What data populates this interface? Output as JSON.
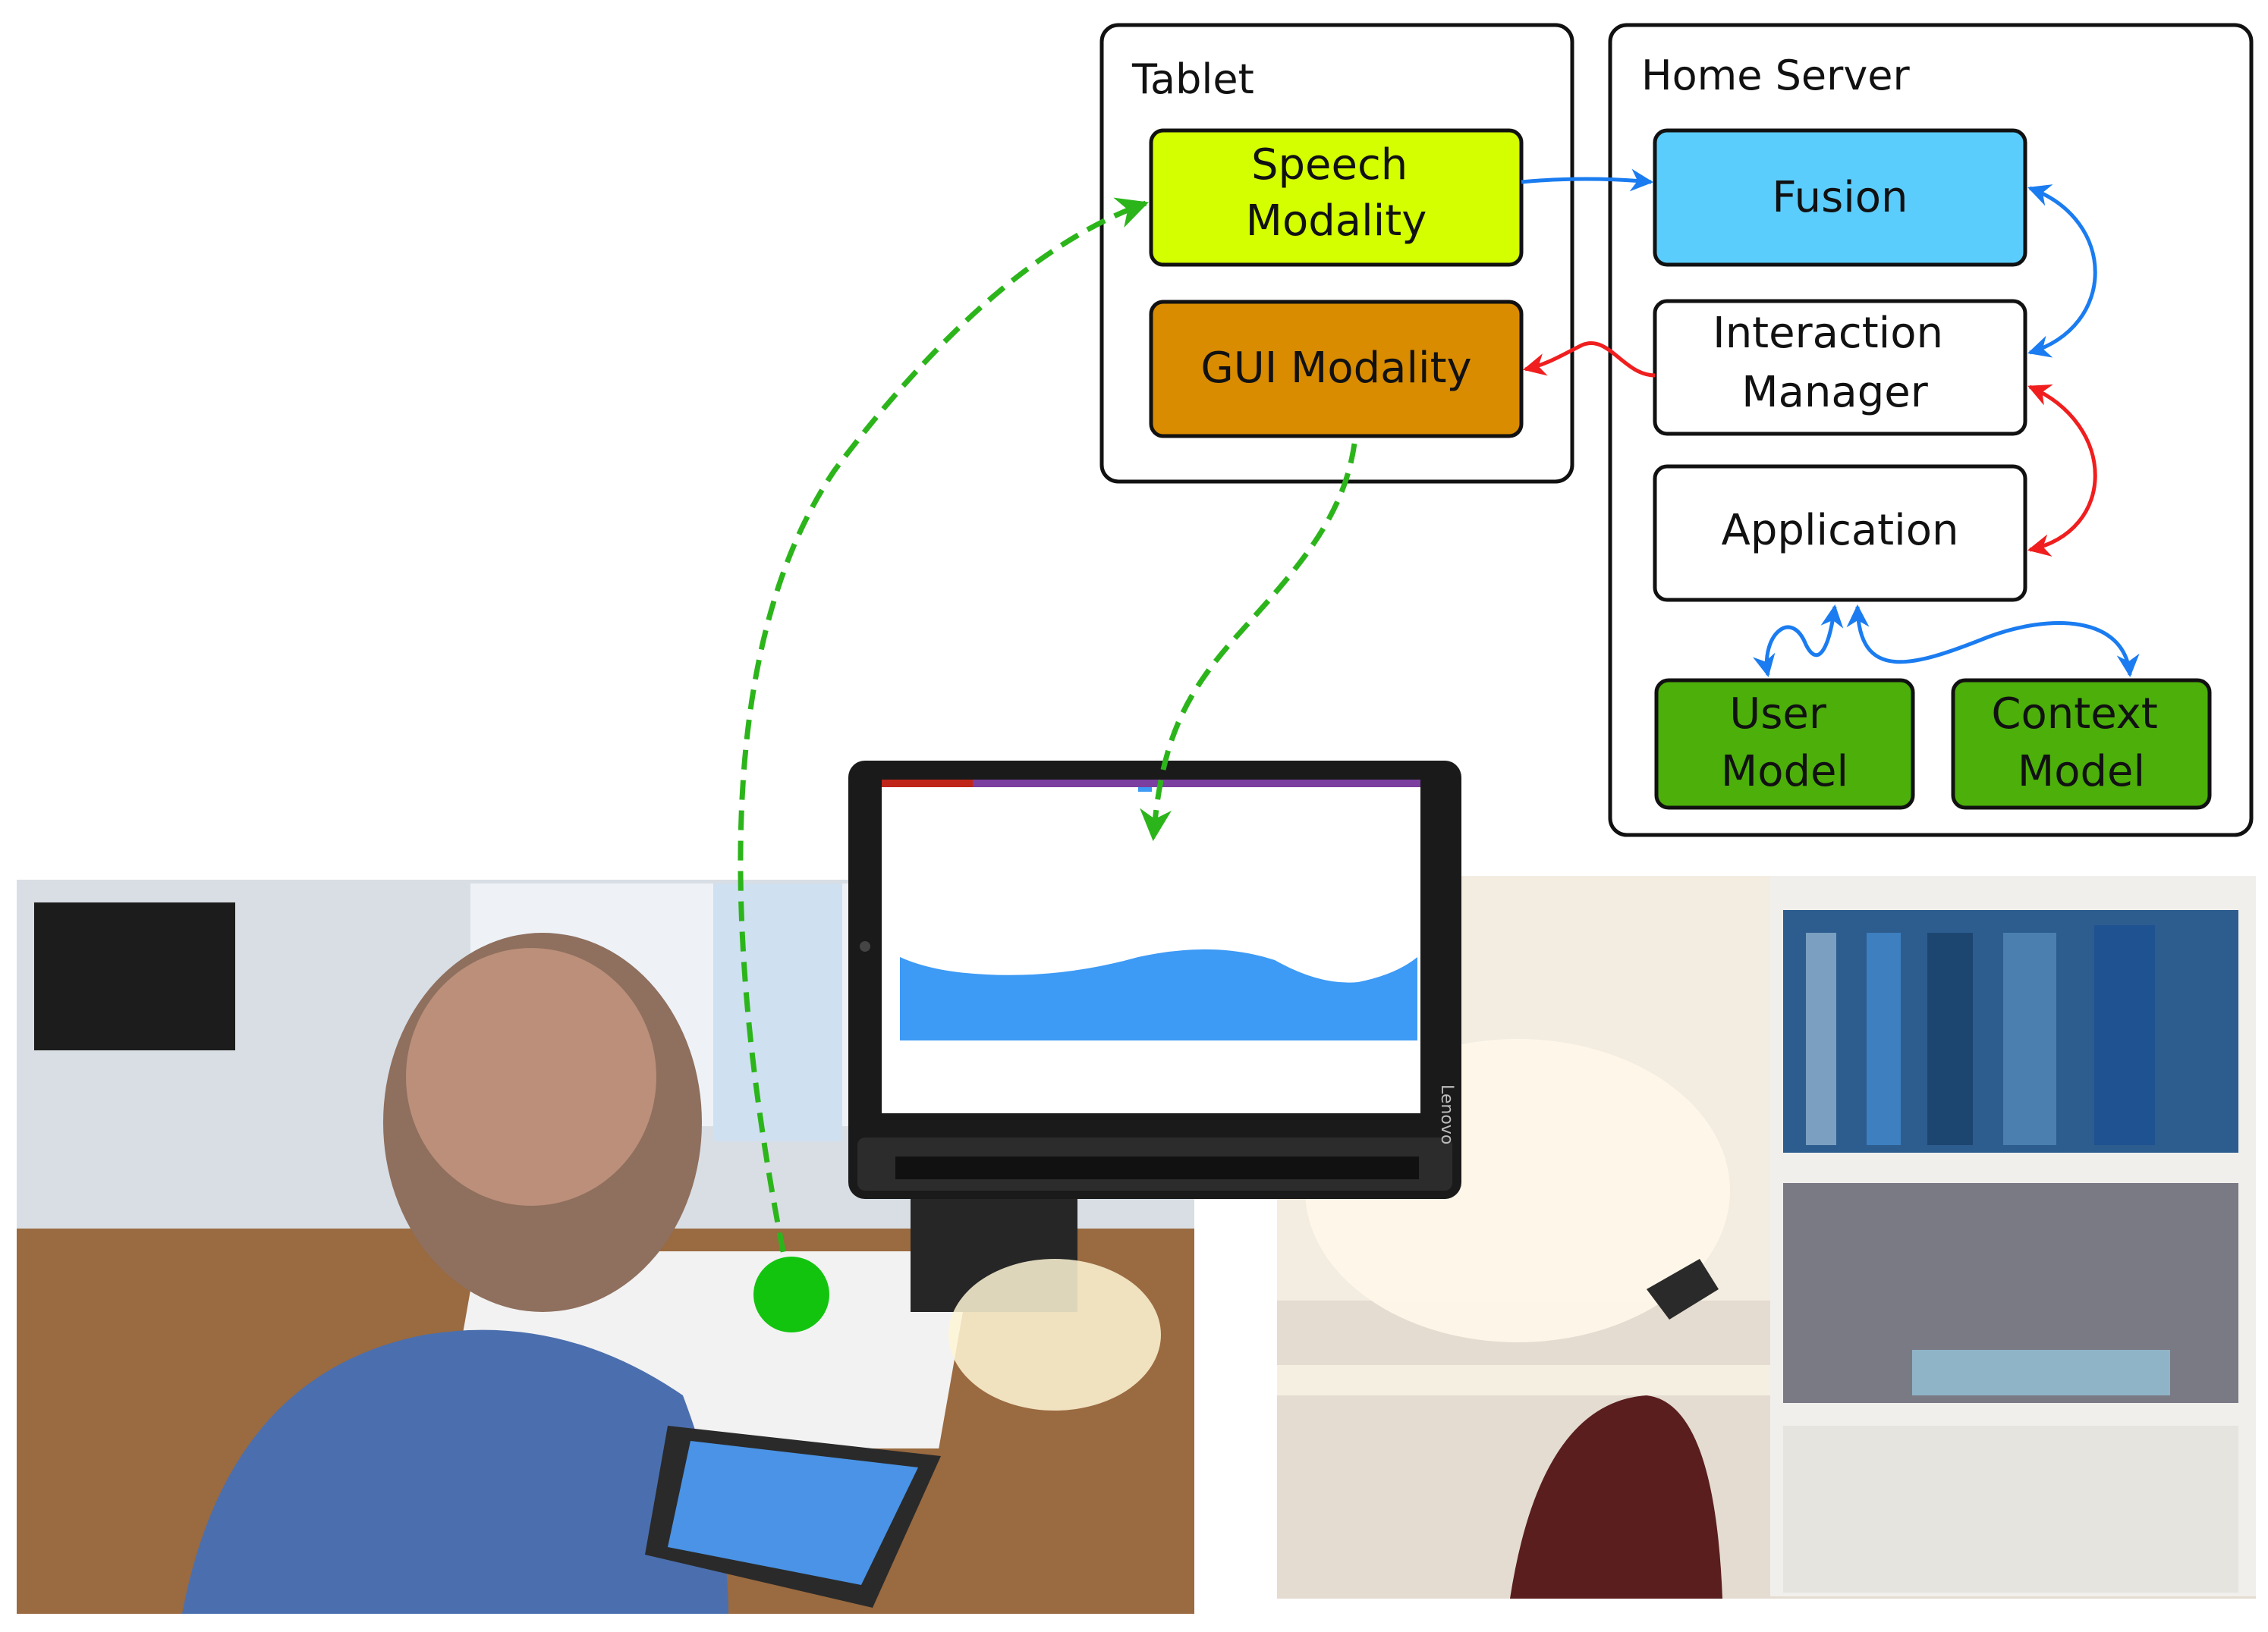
{
  "tablet_group": {
    "title": "Tablet",
    "speech": {
      "line1": "Speech",
      "line2": "Modality",
      "color": "#d4ff00"
    },
    "gui": {
      "label": "GUI Modality",
      "color": "#d98c00"
    }
  },
  "server_group": {
    "title": "Home Server",
    "fusion": {
      "label": "Fusion",
      "color": "#5bcdfc"
    },
    "interaction": {
      "line1": "Interaction",
      "line2": "Manager"
    },
    "application": {
      "label": "Application"
    },
    "user_model": {
      "line1": "User",
      "line2": "Model",
      "color": "#4caf0a"
    },
    "context_model": {
      "line1": "Context",
      "line2": "Model",
      "color": "#4caf0a"
    }
  },
  "device": {
    "brand": "Lenovo"
  },
  "colors": {
    "blue_arrow": "#1a7cf0",
    "red_arrow": "#f01e1e",
    "green_dashed": "#2cb51b",
    "wave": "#3d9af5"
  },
  "photos": {
    "left": "photo of a person holding a tablet in an office",
    "right": "photo of a room with bookshelves and a desk lamp"
  }
}
